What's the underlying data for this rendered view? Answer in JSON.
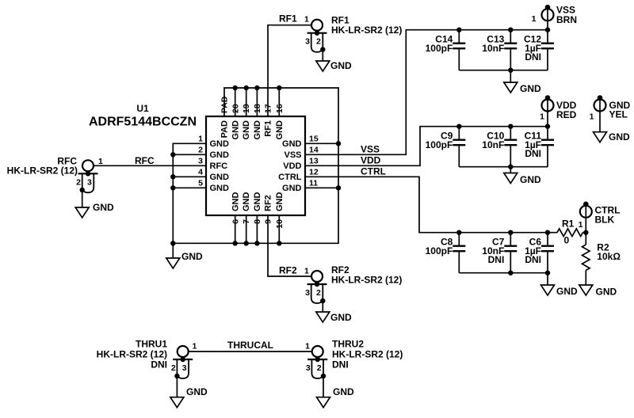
{
  "ic": {
    "ref": "U1",
    "part": "ADRF5144BCCZN",
    "pins": {
      "top": [
        {
          "num": "PAD",
          "name": "PAD"
        },
        {
          "num": "20",
          "name": "GND"
        },
        {
          "num": "19",
          "name": "GND"
        },
        {
          "num": "18",
          "name": "GND"
        },
        {
          "num": "17",
          "name": "RF1"
        },
        {
          "num": "16",
          "name": "GND"
        }
      ],
      "left": [
        {
          "num": "1",
          "name": "GND"
        },
        {
          "num": "2",
          "name": "GND"
        },
        {
          "num": "3",
          "name": "RFC"
        },
        {
          "num": "4",
          "name": "GND"
        },
        {
          "num": "5",
          "name": "GND"
        }
      ],
      "right": [
        {
          "num": "15",
          "name": "GND"
        },
        {
          "num": "14",
          "name": "VSS"
        },
        {
          "num": "13",
          "name": "VDD"
        },
        {
          "num": "12",
          "name": "CTRL"
        },
        {
          "num": "11",
          "name": "GND"
        }
      ],
      "bottom": [
        {
          "num": "6",
          "name": "GND"
        },
        {
          "num": "7",
          "name": "GND"
        },
        {
          "num": "8",
          "name": "GND"
        },
        {
          "num": "9",
          "name": "RF2"
        },
        {
          "num": "10",
          "name": "GND"
        }
      ]
    }
  },
  "connectors": {
    "rfc": {
      "ref": "RFC",
      "part": "HK-LR-SR2 (12)",
      "pin1": "1",
      "pin_left": "2",
      "pin_right": "3",
      "net": "RFC"
    },
    "rf1": {
      "ref": "RF1",
      "part": "HK-LR-SR2 (12)",
      "pin1": "1",
      "pin_left": "3",
      "pin_right": "2",
      "net": "RF1"
    },
    "rf2": {
      "ref": "RF2",
      "part": "HK-LR-SR2 (12)",
      "pin1": "1",
      "pin_left": "3",
      "pin_right": "2",
      "net": "RF2"
    },
    "thru1": {
      "ref": "THRU1",
      "part": "HK-LR-SR2 (12)",
      "dni": "DNI",
      "pin1": "1",
      "pin_left": "2",
      "pin_right": "3"
    },
    "thru2": {
      "ref": "THRU2",
      "part": "HK-LR-SR2 (12)",
      "dni": "DNI",
      "pin1": "1",
      "pin_left": "3",
      "pin_right": "2"
    }
  },
  "nets": {
    "vss": "VSS",
    "vdd": "VDD",
    "ctrl": "CTRL",
    "thrucal": "THRUCAL"
  },
  "caps": {
    "c14": {
      "ref": "C14",
      "value": "100pF"
    },
    "c13": {
      "ref": "C13",
      "value": "10nF"
    },
    "c12": {
      "ref": "C12",
      "value": "1µF",
      "dni": "DNI"
    },
    "c9": {
      "ref": "C9",
      "value": "100pF"
    },
    "c10": {
      "ref": "C10",
      "value": "10nF"
    },
    "c11": {
      "ref": "C11",
      "value": "1µF",
      "dni": "DNI"
    },
    "c8": {
      "ref": "C8",
      "value": "100pF"
    },
    "c7": {
      "ref": "C7",
      "value": "10nF",
      "dni": "DNI"
    },
    "c6": {
      "ref": "C6",
      "value": "1µF",
      "dni": "DNI"
    }
  },
  "resistors": {
    "r1": {
      "ref": "R1",
      "value": "0"
    },
    "r2": {
      "ref": "R2",
      "value": "10kΩ"
    }
  },
  "testpoints": {
    "vss": {
      "name": "VSS",
      "color": "BRN",
      "pin": "1"
    },
    "vdd": {
      "name": "VDD",
      "color": "RED",
      "pin": "1"
    },
    "gnd": {
      "name": "GND",
      "color": "YEL",
      "pin": "1"
    },
    "ctrl": {
      "name": "CTRL",
      "color": "BLK",
      "pin": "1"
    }
  },
  "labels": {
    "gnd": "GND"
  }
}
